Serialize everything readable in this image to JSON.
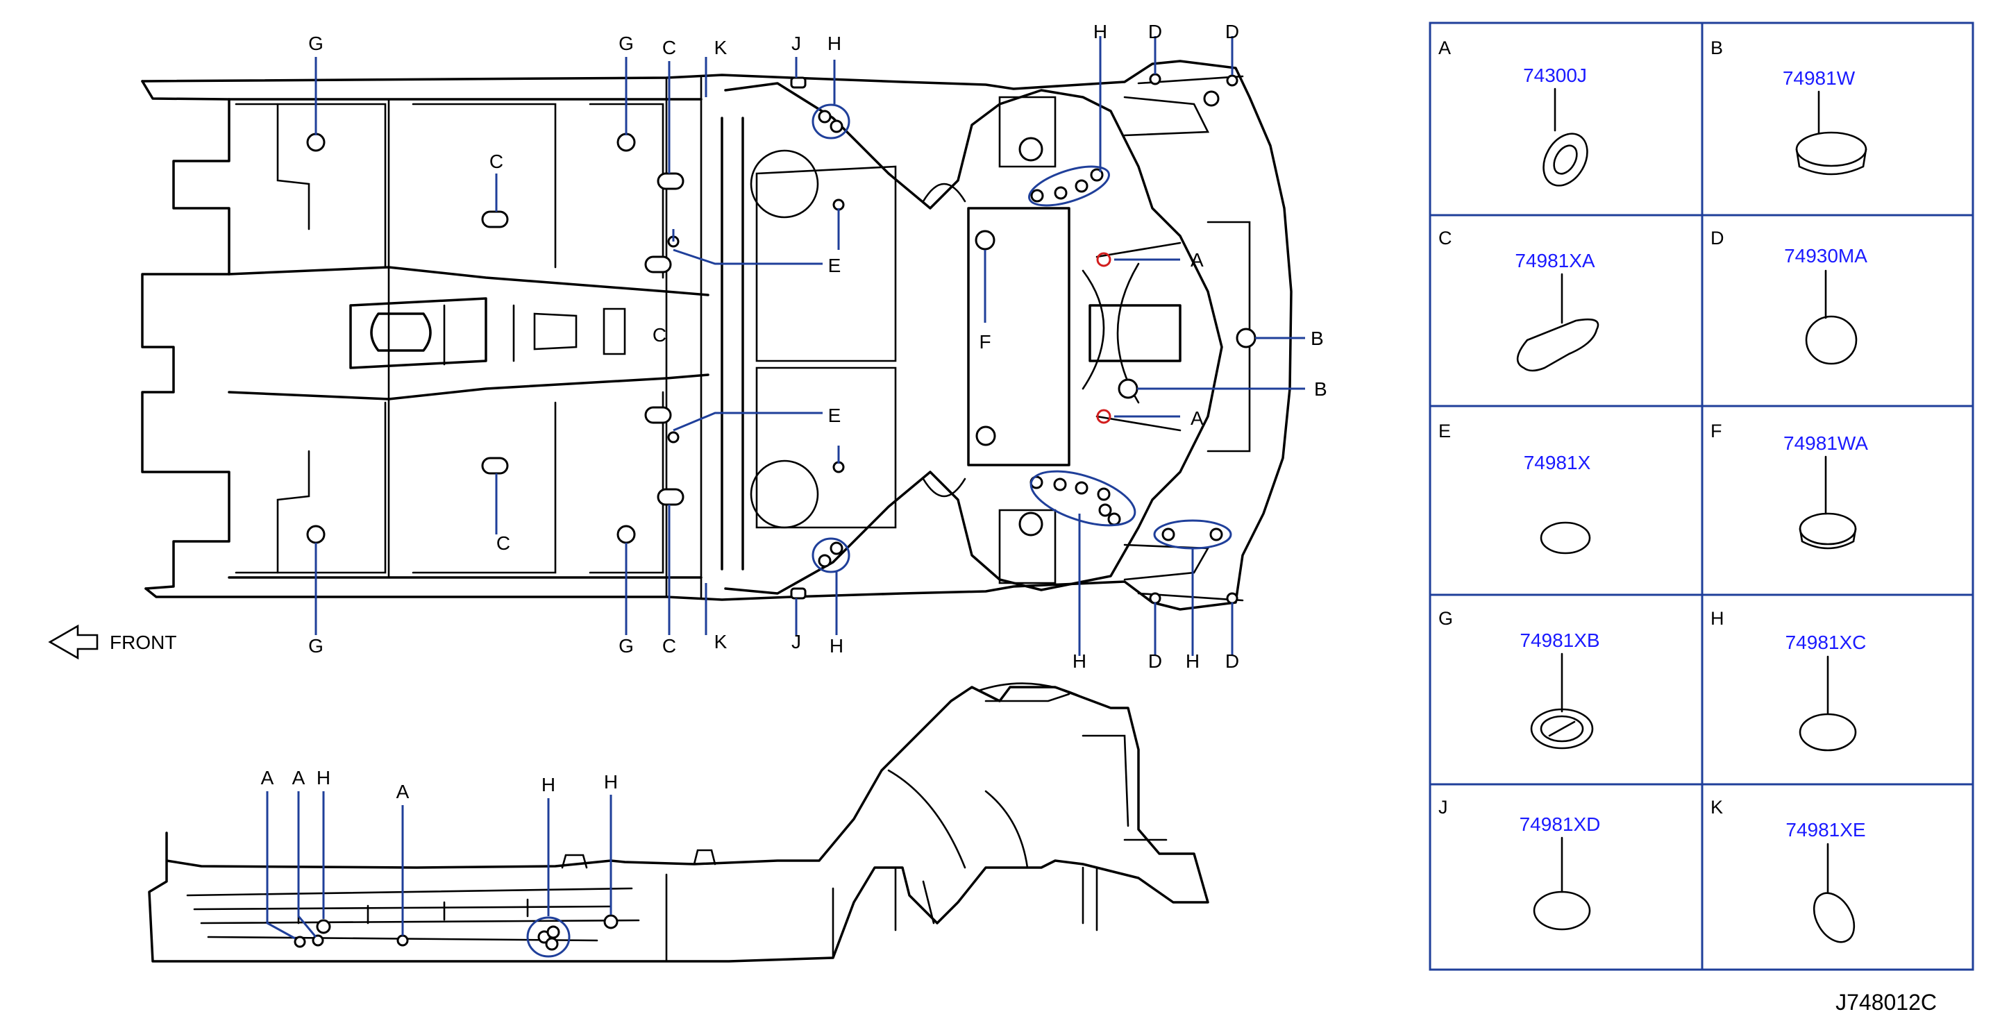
{
  "diagram": {
    "reference_code": "J748012C",
    "front_label": "FRONT"
  },
  "callouts": {
    "G1": "G",
    "G2": "G",
    "G3": "G",
    "G4": "G",
    "C1": "C",
    "C2": "C",
    "C3": "C",
    "C4": "C",
    "C5": "C",
    "K1": "K",
    "K2": "K",
    "J1": "J",
    "J2": "J",
    "H1": "H",
    "H2": "H",
    "H3": "H",
    "H4": "H",
    "H5": "H",
    "D1": "D",
    "D2": "D",
    "D3": "D",
    "D4": "D",
    "E1": "E",
    "E2": "E",
    "F1": "F",
    "A1": "A",
    "A2": "A",
    "B1": "B",
    "B2": "B",
    "SA1": "A",
    "SA2": "A",
    "SA3": "A",
    "SH1": "H",
    "SH2": "H",
    "SH3": "H"
  },
  "legend": [
    {
      "letter": "A",
      "part": "74300J"
    },
    {
      "letter": "B",
      "part": "74981W"
    },
    {
      "letter": "C",
      "part": "74981XA"
    },
    {
      "letter": "D",
      "part": "74930MA"
    },
    {
      "letter": "E",
      "part": "74981X"
    },
    {
      "letter": "F",
      "part": "74981WA"
    },
    {
      "letter": "G",
      "part": "74981XB"
    },
    {
      "letter": "H",
      "part": "74981XC"
    },
    {
      "letter": "J",
      "part": "74981XD"
    },
    {
      "letter": "K",
      "part": "74981XE"
    }
  ],
  "colors": {
    "line": "#000000",
    "part_number": "#1a1aff",
    "callout_ellipse": "#1f3f9a",
    "marker": "#d21d1d"
  }
}
